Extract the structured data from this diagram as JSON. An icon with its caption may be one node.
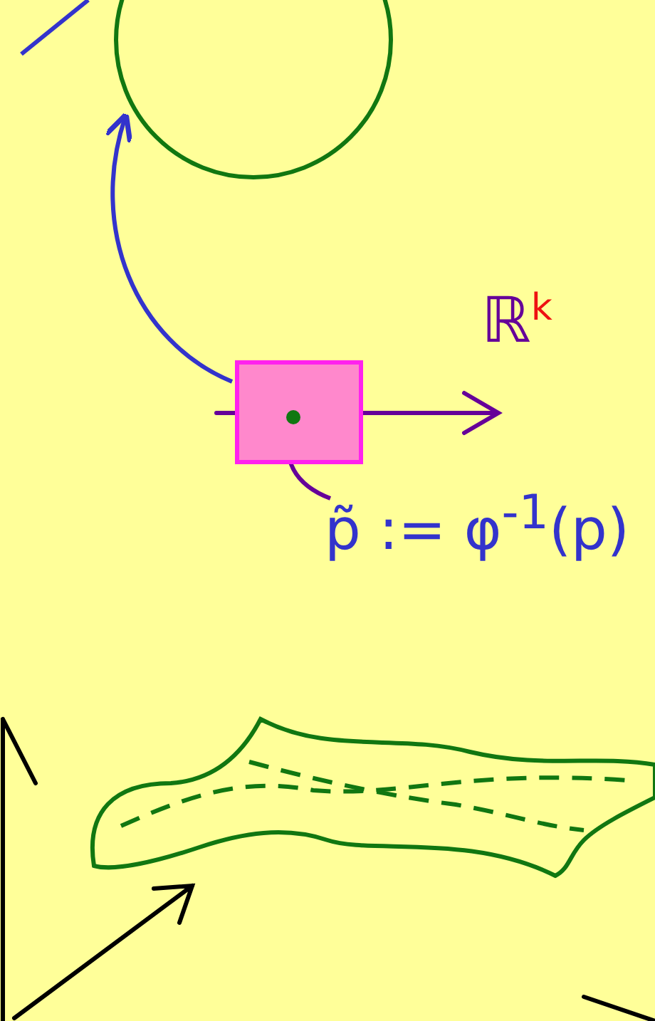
{
  "diagram": {
    "nodes": [
      {
        "text": [],
        "shape": "circle"
      },
      {
        "text": [],
        "shape": "box"
      },
      {
        "text": [],
        "shape": "circle",
        "in": 1
      },
      {
        "text": [
          "p̃ := φ$^{-1}$(p)"
        ]
      }
    ],
    "edges": [
      {
        "from": 1,
        "to": 0,
        "arrow": "to",
        "color": "#3333cc"
      },
      {
        "from": 3,
        "to": 2,
        "arrow": "to",
        "color": "#660099"
      }
    ],
    "labels": [
      "ℝ$^{k}$"
    ]
  }
}
